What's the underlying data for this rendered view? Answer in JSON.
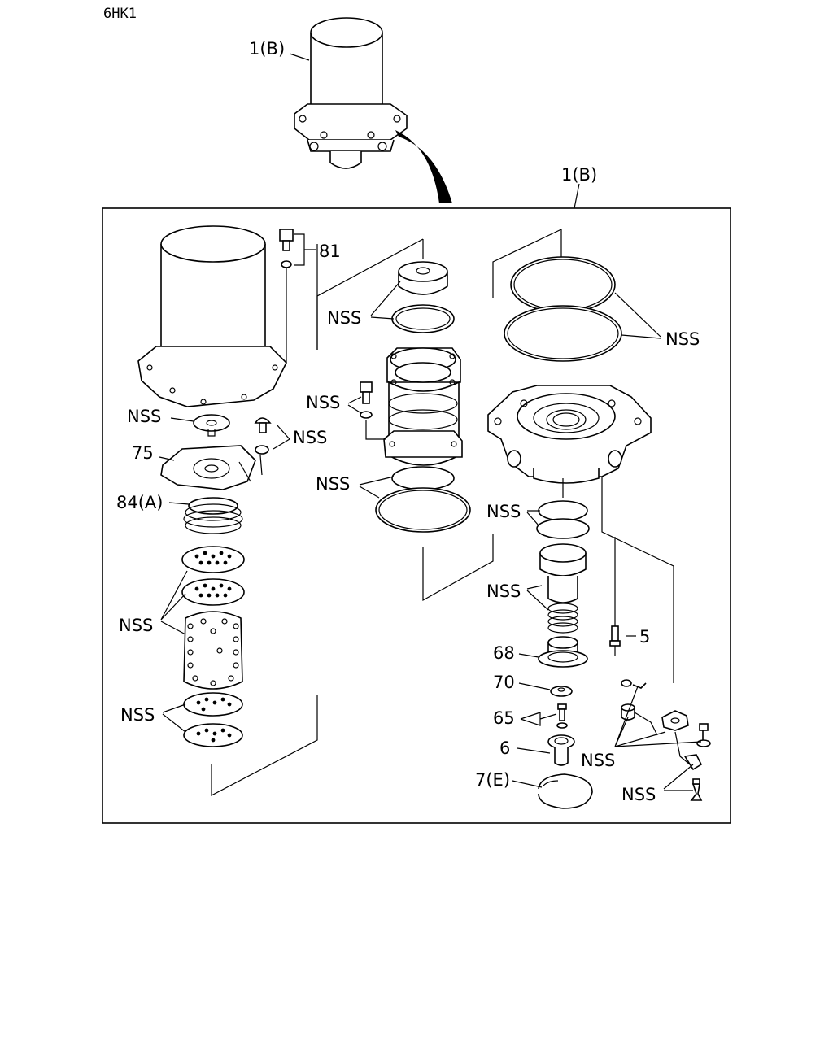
{
  "header": {
    "model": "6HK1"
  },
  "labels": {
    "assy_top": "1(B)",
    "assy_box": "1(B)",
    "p81": "81",
    "p75": "75",
    "p84": "84(A)",
    "p5": "5",
    "p68": "68",
    "p70": "70",
    "p65": "65",
    "p6": "6",
    "p7": "7(E)",
    "nss": "NSS"
  }
}
